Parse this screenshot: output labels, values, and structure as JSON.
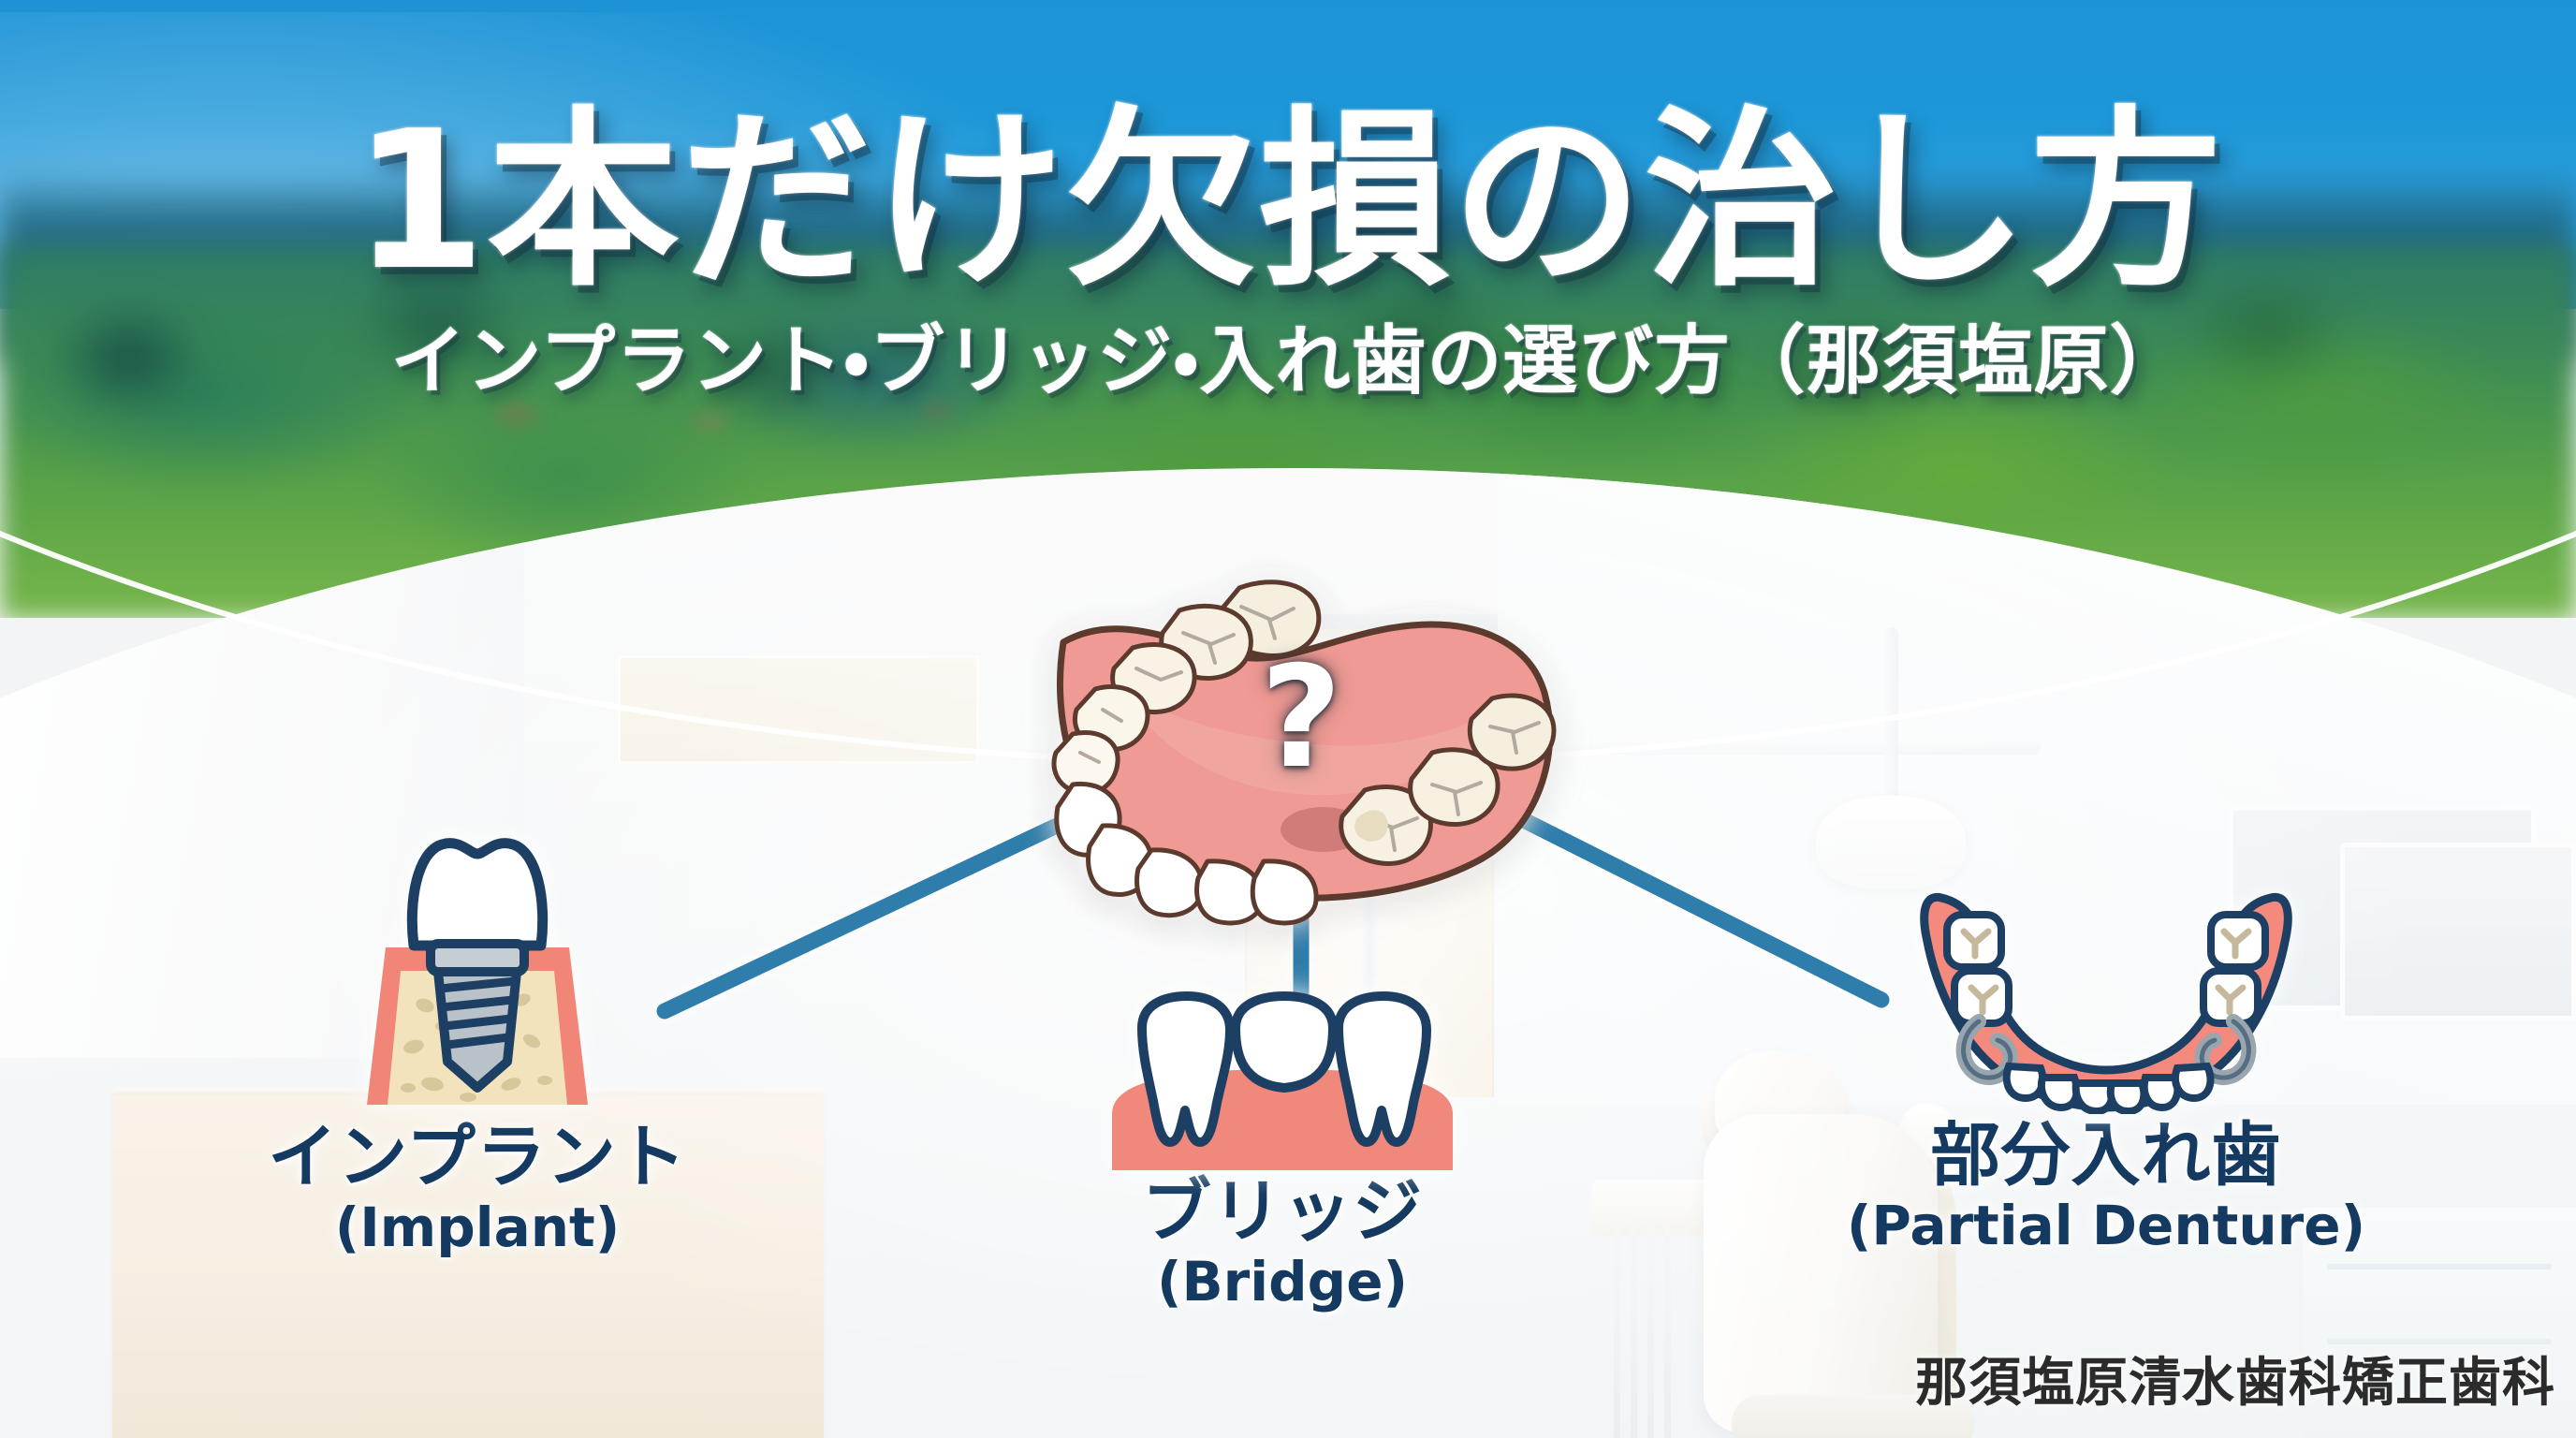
{
  "headline": {
    "title": "1本だけ欠損の治し方",
    "subtitle": "インプラント・ブリッジ・入れ歯の選び方（那須塩原）"
  },
  "center_graphic": {
    "name": "lower-jaw-with-missing-tooth",
    "question_mark": "?",
    "gum_color": "#ef9a94",
    "tooth_color": "#fbf7ee",
    "outline_color": "#5c3a2e"
  },
  "options": [
    {
      "id": "implant",
      "jp_label": "インプラント",
      "en_label": "(Implant)",
      "icon": "implant-screw-in-bone-icon",
      "colors": {
        "crown": "#ffffff",
        "outline": "#1d3f63",
        "screw": "#b9c2c8",
        "bone": "#f3e3bd",
        "gum": "#ef8a7e"
      }
    },
    {
      "id": "bridge",
      "jp_label": "ブリッジ",
      "en_label": "(Bridge)",
      "icon": "three-unit-bridge-icon",
      "colors": {
        "tooth": "#ffffff",
        "outline": "#1d3f63",
        "gum": "#f0887c"
      }
    },
    {
      "id": "denture",
      "jp_label": "部分入れ歯",
      "en_label": "(Partial Denture)",
      "icon": "partial-denture-arch-icon",
      "colors": {
        "base": "#f4897e",
        "outline": "#1d3f63",
        "clasp": "#9aa6ae",
        "tooth": "#ffffff"
      }
    }
  ],
  "connectors": {
    "color": "#2f7dab",
    "count": 3
  },
  "logo": {
    "clinic_name": "那須塩原清水歯科矯正歯科",
    "icon": "tooth-with-swoosh-icon",
    "tooth_color": "#3f9cc4",
    "swoosh_color": "#c8a15c"
  },
  "theme": {
    "sky": "#1d97d8",
    "label_navy": "#143a61",
    "title_white": "#ffffff",
    "gum_pink": "#ef9a94"
  }
}
